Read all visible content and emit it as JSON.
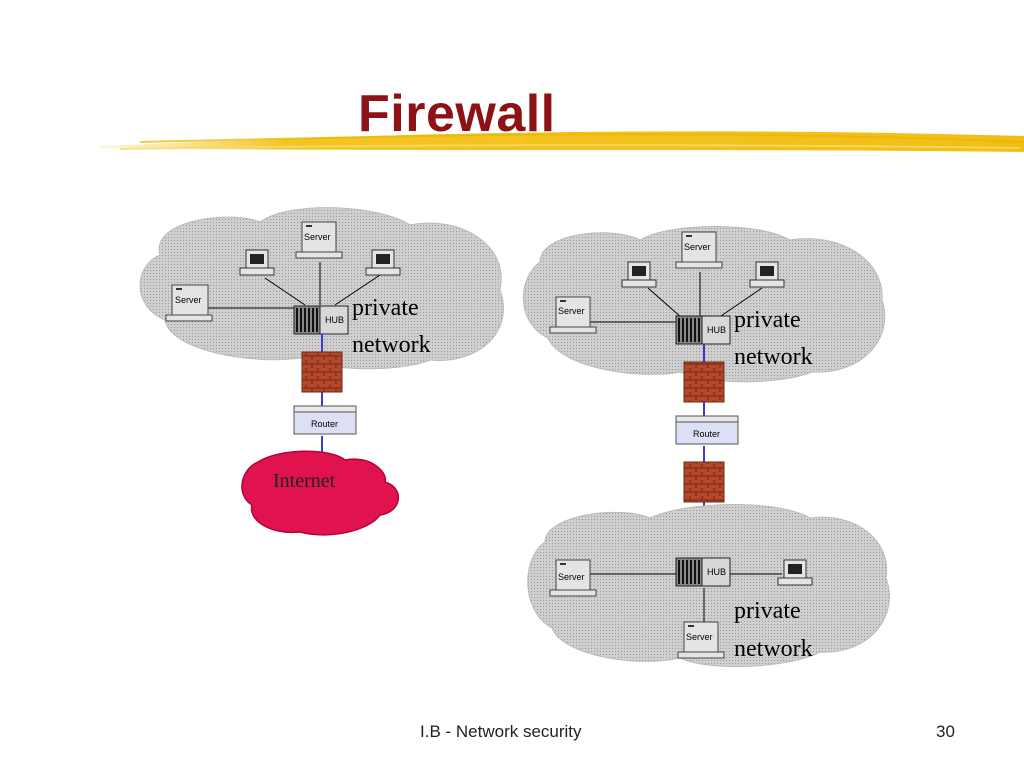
{
  "slide": {
    "title": "Firewall",
    "footer_text": "I.B - Network security",
    "page_number": "30"
  },
  "diagram": {
    "server_label": "Server",
    "hub_label": "HUB",
    "router_label": "Router",
    "private_label_line1": "private",
    "private_label_line2": "network",
    "internet_label": "Internet"
  },
  "colors": {
    "title": "#8e1215",
    "brush": "#f2c21b",
    "cloud": "#c9c9c9",
    "internet": "#e0134f",
    "firewall": "#b5472a",
    "link": "#3a3ad6",
    "router": "#dde0f5"
  }
}
